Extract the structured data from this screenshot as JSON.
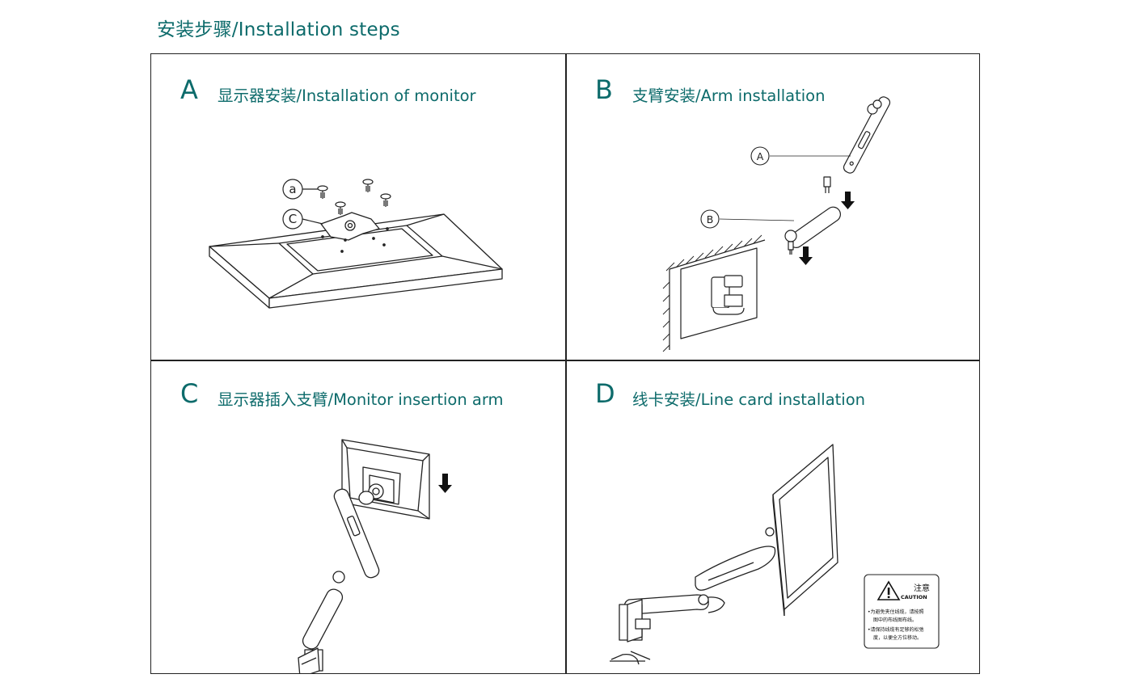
{
  "page": {
    "title": "安装步骤/Installation steps"
  },
  "steps": [
    {
      "letter": "A",
      "title": "显示器安装/Installation of monitor",
      "callouts": [
        "a",
        "C"
      ]
    },
    {
      "letter": "B",
      "title": "支臂安装/Arm installation",
      "callouts": [
        "A",
        "B"
      ]
    },
    {
      "letter": "C",
      "title": "显示器插入支臂/Monitor insertion arm"
    },
    {
      "letter": "D",
      "title": "线卡安装/Line card installation"
    }
  ],
  "caution_label": {
    "title_cn": "注意",
    "title_en": "CAUTION",
    "line1": "•为避免夹住线缆，请按照",
    "line2": "图中的布线图布线。",
    "line3": "•请保持线缆有足够的松弛",
    "line4": "度，以便全方位移动。"
  },
  "colors": {
    "accent": "#0d6b6b",
    "line": "#222222"
  },
  "icons": [
    "down-arrow-icon",
    "warning-triangle-icon"
  ]
}
